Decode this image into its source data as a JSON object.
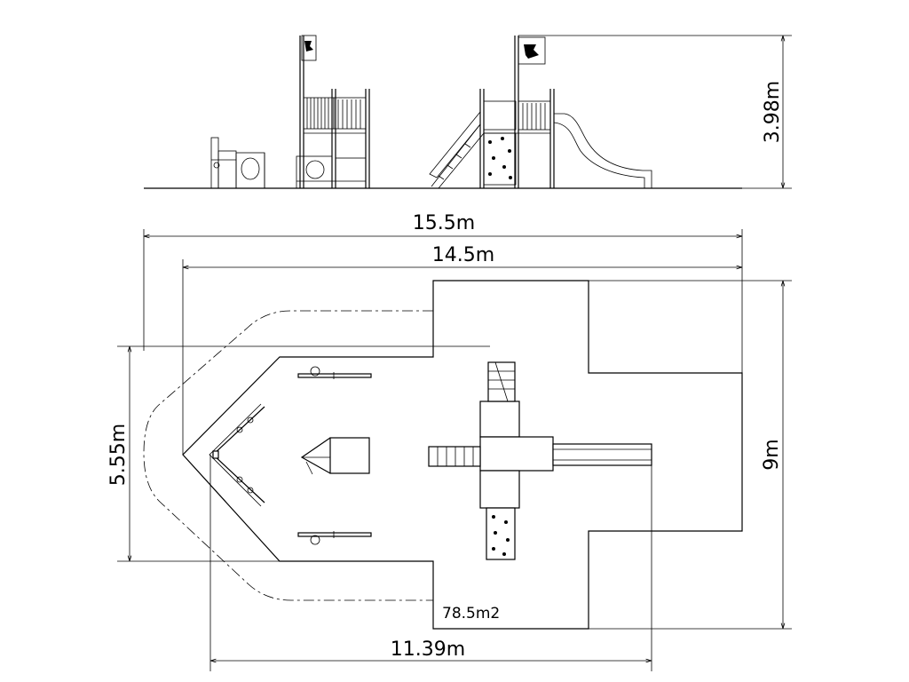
{
  "dimensions": {
    "height_elevation": "3.98m",
    "overall_length": "15.5m",
    "safety_length": "14.5m",
    "deck_width": "5.55m",
    "overall_width": "9m",
    "equipment_length": "11.39m"
  },
  "area_label": "78.5m2"
}
